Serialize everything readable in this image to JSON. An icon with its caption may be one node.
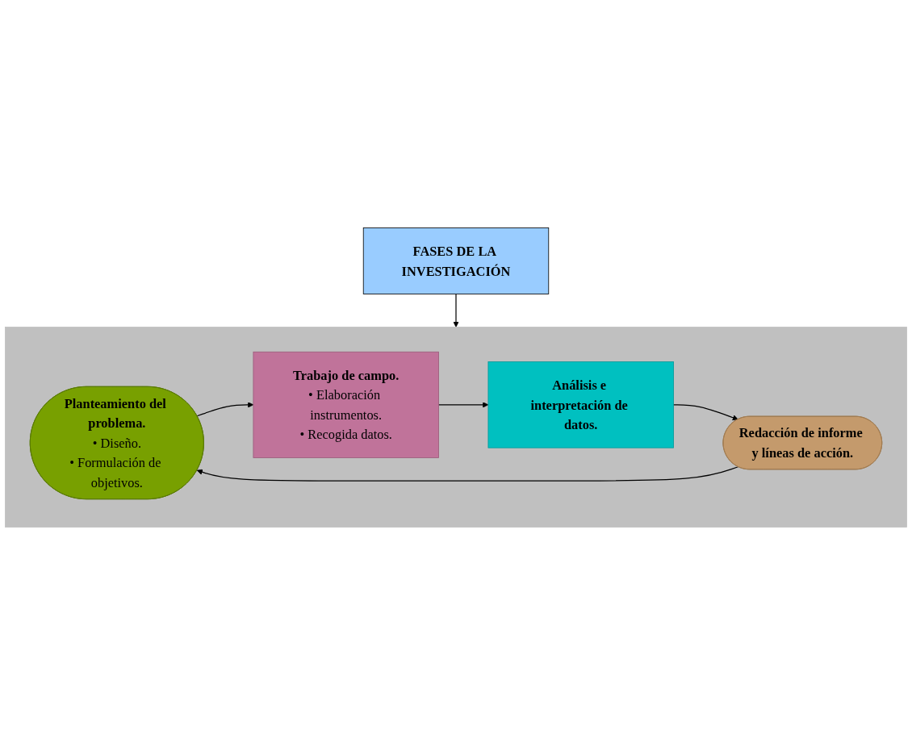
{
  "diagram": {
    "nodes": [
      {
        "text": [
          "FASES DE LA INVESTIGACIÓN"
        ]
      },
      {
        "text": [],
        "shape": "box"
      },
      {
        "text": [
          "Planteamiento del problema.",
          "• Diseño.",
          "• Formulación de objetivos."
        ],
        "in": 1
      },
      {
        "text": [
          "Trabajo de campo.",
          "• Elaboración instrumentos.",
          "• Recogida datos."
        ],
        "in": 1
      },
      {
        "text": [
          "Análisis e interpretación de datos."
        ],
        "in": 1
      },
      {
        "text": [
          "Redacción de informe y líneas de acción."
        ],
        "in": 1
      }
    ],
    "edges": [
      {
        "from": 0,
        "to": 1,
        "arrow": "to"
      },
      {
        "from": 2,
        "to": 3,
        "arrow": "to"
      },
      {
        "from": 3,
        "to": 4,
        "arrow": "to"
      },
      {
        "from": 4,
        "to": 5,
        "arrow": "to"
      },
      {
        "from": 5,
        "to": 2,
        "arrow": "to"
      }
    ]
  }
}
